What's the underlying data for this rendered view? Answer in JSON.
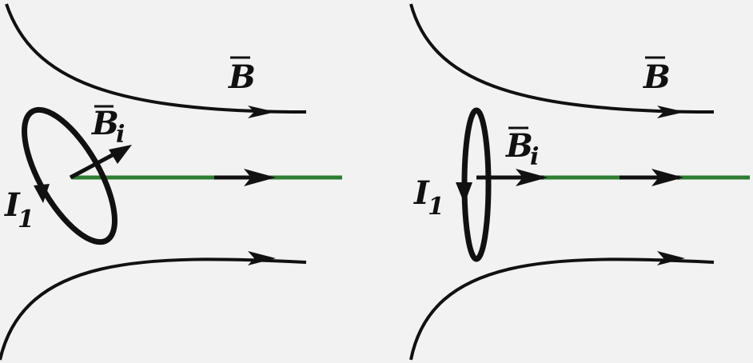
{
  "colors": {
    "background": "#f2f2f2",
    "field_line": "#111111",
    "axis_line": "#2e7d32"
  },
  "labels": {
    "left": {
      "field": "B",
      "induced": "B",
      "induced_sub": "i",
      "current": "I",
      "current_sub": "1"
    },
    "right": {
      "field": "B",
      "induced": "B",
      "induced_sub": "i",
      "current": "I",
      "current_sub": "1"
    }
  }
}
